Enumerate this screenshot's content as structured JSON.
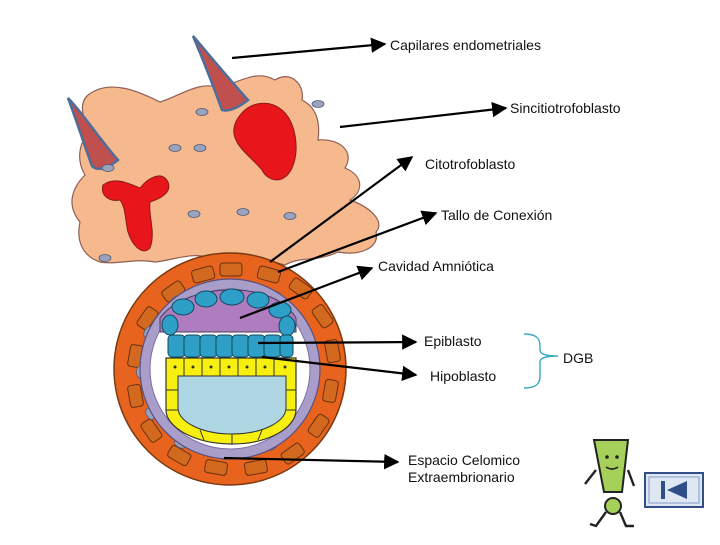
{
  "labels": {
    "capilares": "Capilares endometriales",
    "sincitio": "Sincitiotrofoblasto",
    "citotrofo": "Citotrofoblasto",
    "tallo": "Tallo de Conexión",
    "cavidad": "Cavidad Amniótica",
    "epiblasto": "Epiblasto",
    "hipoblasto": "Hipoblasto",
    "dgb": "DGB",
    "espacio": "Espacio Celomico\nExtraembrionario"
  },
  "colors": {
    "endometrium": "#f6b98d",
    "capillary": "#e8151b",
    "trophoblast_ring": "#e8641e",
    "cyto_cell": "#d2691e",
    "nucleus": "#9aa3bd",
    "epiblast": "#2e9fc6",
    "hypoblast": "#f7ef0f",
    "yolk_sac": "#aed6e3",
    "purple_layer": "#a89ec9",
    "cavity": "#b07cc0",
    "thorn": "#c0504d",
    "character": "#a5d15b"
  },
  "icons": {
    "nav": "skip-back-icon",
    "mascot": "exclamation-mascot-icon"
  }
}
